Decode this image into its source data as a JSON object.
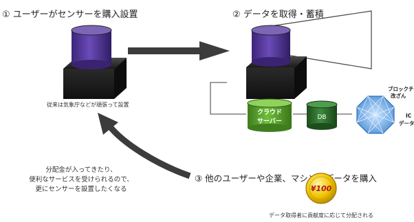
{
  "steps": {
    "step1": "① ユーザーがセンサーを購入設置",
    "step2": "② データを取得・蓄積",
    "step3": "③ 他のユーザーや企業、マシンがデータを購入"
  },
  "notes": {
    "sensor_note": "従来は気象庁などが頑張って設置",
    "incentive_lines": [
      "分配金が入ってきたり、",
      "便利なサービスを受けられるので、",
      "更にセンサーを設置したくなる"
    ],
    "distribution_note": "データ取得者に貢献度に応じて分配される"
  },
  "storage": {
    "cloud_line1": "クラウド",
    "cloud_line2": "サーバー",
    "db": "DB"
  },
  "blockchain_partial": {
    "line1": "ブロックチ",
    "line2": "改ざん",
    "line3": "IC",
    "line4": "データ"
  },
  "coin": {
    "label": "¥100"
  },
  "colors": {
    "cylinder_purple": "#5b3c9e",
    "box_dark": "#1e1e1e",
    "arrow_gray": "#3c3c3c",
    "cloud_green": "#5aa02c",
    "db_green": "#2f6b2f",
    "network_blue": "#4a90d9",
    "coin_gold": "#e8b800"
  }
}
